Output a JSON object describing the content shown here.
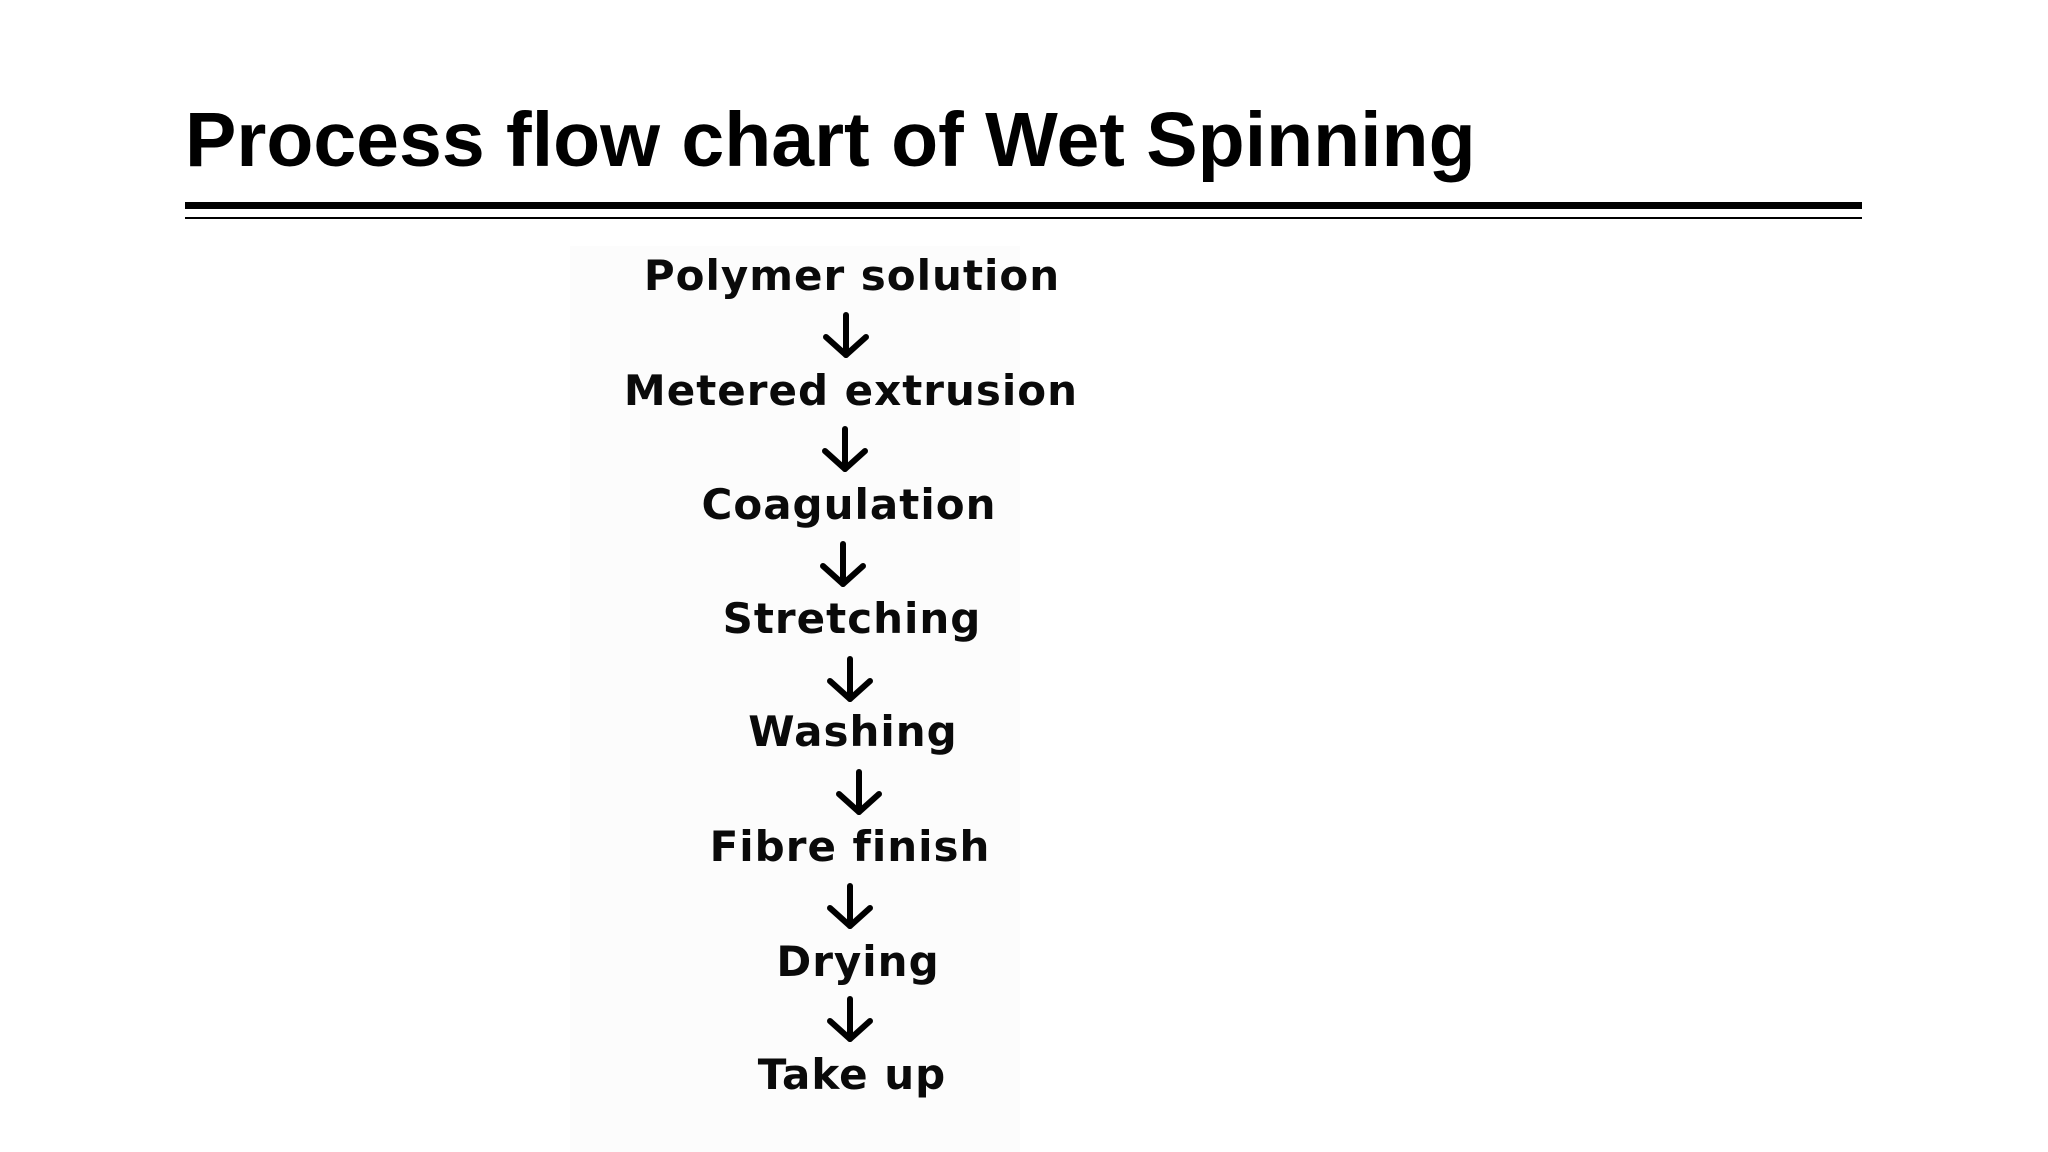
{
  "slide": {
    "title": "Process flow chart of Wet Spinning"
  },
  "flow": {
    "steps": [
      "Polymer solution",
      "Metered extrusion",
      "Coagulation",
      "Stretching",
      "Washing",
      "Fibre finish",
      "Drying",
      "Take up"
    ],
    "arrow_icon": "down-arrow-icon"
  }
}
